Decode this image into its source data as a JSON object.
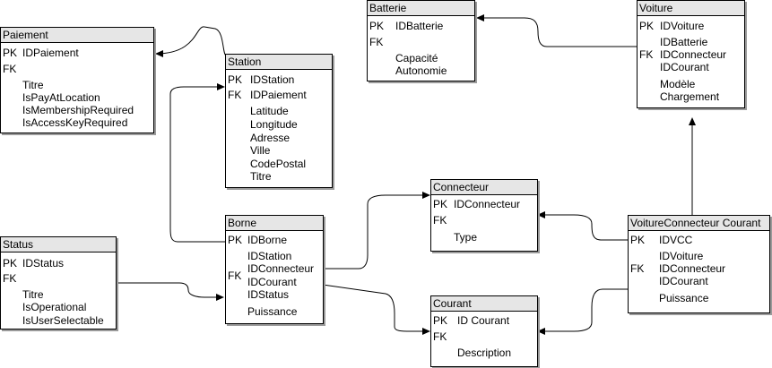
{
  "tables": {
    "paiement": {
      "title": "Paiement",
      "keys": [
        "PK",
        "FK"
      ],
      "fields": [
        "IDPaiement",
        "Titre",
        "IsPayAtLocation",
        "IsMembershipRequired",
        "IsAccessKeyRequired"
      ]
    },
    "station": {
      "title": "Station",
      "keys": [
        "PK",
        "FK"
      ],
      "fields": [
        "IDStation",
        "IDPaiement",
        "Latitude",
        "Longitude",
        "Adresse",
        "Ville",
        "CodePostal",
        "Titre"
      ]
    },
    "batterie": {
      "title": "Batterie",
      "keys": [
        "PK",
        "FK"
      ],
      "fields": [
        "IDBatterie",
        "Capacité",
        "Autonomie"
      ]
    },
    "voiture": {
      "title": "Voiture",
      "keys": [
        "PK",
        "FK"
      ],
      "fields": [
        "IDVoiture",
        "IDBatterie",
        "IDConnecteur",
        "IDCourant",
        "Modèle",
        "Chargement"
      ]
    },
    "connecteur": {
      "title": "Connecteur",
      "keys": [
        "PK",
        "FK"
      ],
      "fields": [
        "IDConnecteur",
        "Type"
      ]
    },
    "status": {
      "title": "Status",
      "keys": [
        "PK",
        "FK"
      ],
      "fields": [
        "IDStatus",
        "Titre",
        "IsOperational",
        "IsUserSelectable"
      ]
    },
    "borne": {
      "title": "Borne",
      "keys": [
        "PK",
        "FK"
      ],
      "fields": [
        "IDBorne",
        "IDStation",
        "IDConnecteur",
        "IDCourant",
        "IDStatus",
        "Puissance"
      ]
    },
    "courant": {
      "title": "Courant",
      "keys": [
        "PK",
        "FK"
      ],
      "fields": [
        "ID Courant",
        "Description"
      ]
    },
    "voitureconnecteur": {
      "title": "VoitureConnecteur Courant",
      "keys": [
        "PK",
        "FK"
      ],
      "fields": [
        "IDVCC",
        "IDVoiture",
        "IDConnecteur",
        "IDCourant",
        "Puissance"
      ]
    }
  }
}
